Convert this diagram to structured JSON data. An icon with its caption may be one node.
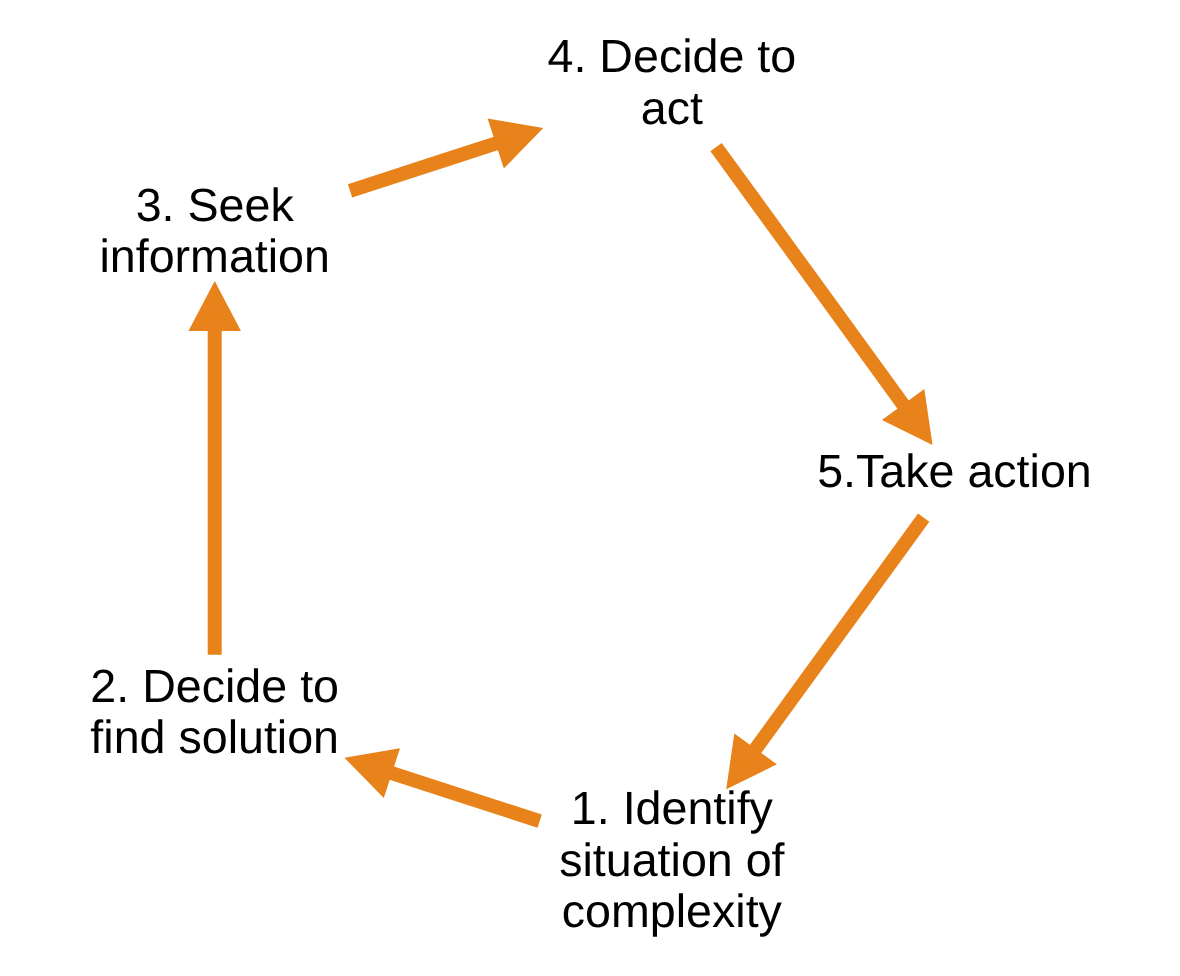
{
  "diagram": {
    "nodes": [
      {
        "text": [
          "1. Identify situation of complexity"
        ]
      },
      {
        "text": [
          "2. Decide to find solution"
        ]
      },
      {
        "text": [
          "3. Seek information"
        ]
      },
      {
        "text": [
          "4. Decide to act"
        ]
      },
      {
        "text": [
          "5.Take action"
        ]
      }
    ],
    "edges": [
      {
        "from": 0,
        "to": 1,
        "arrow": "to"
      },
      {
        "from": 1,
        "to": 2,
        "arrow": "to"
      },
      {
        "from": 2,
        "to": 3,
        "arrow": "to"
      },
      {
        "from": 3,
        "to": 4,
        "arrow": "to"
      },
      {
        "from": 4,
        "to": 0,
        "arrow": "to"
      }
    ]
  }
}
